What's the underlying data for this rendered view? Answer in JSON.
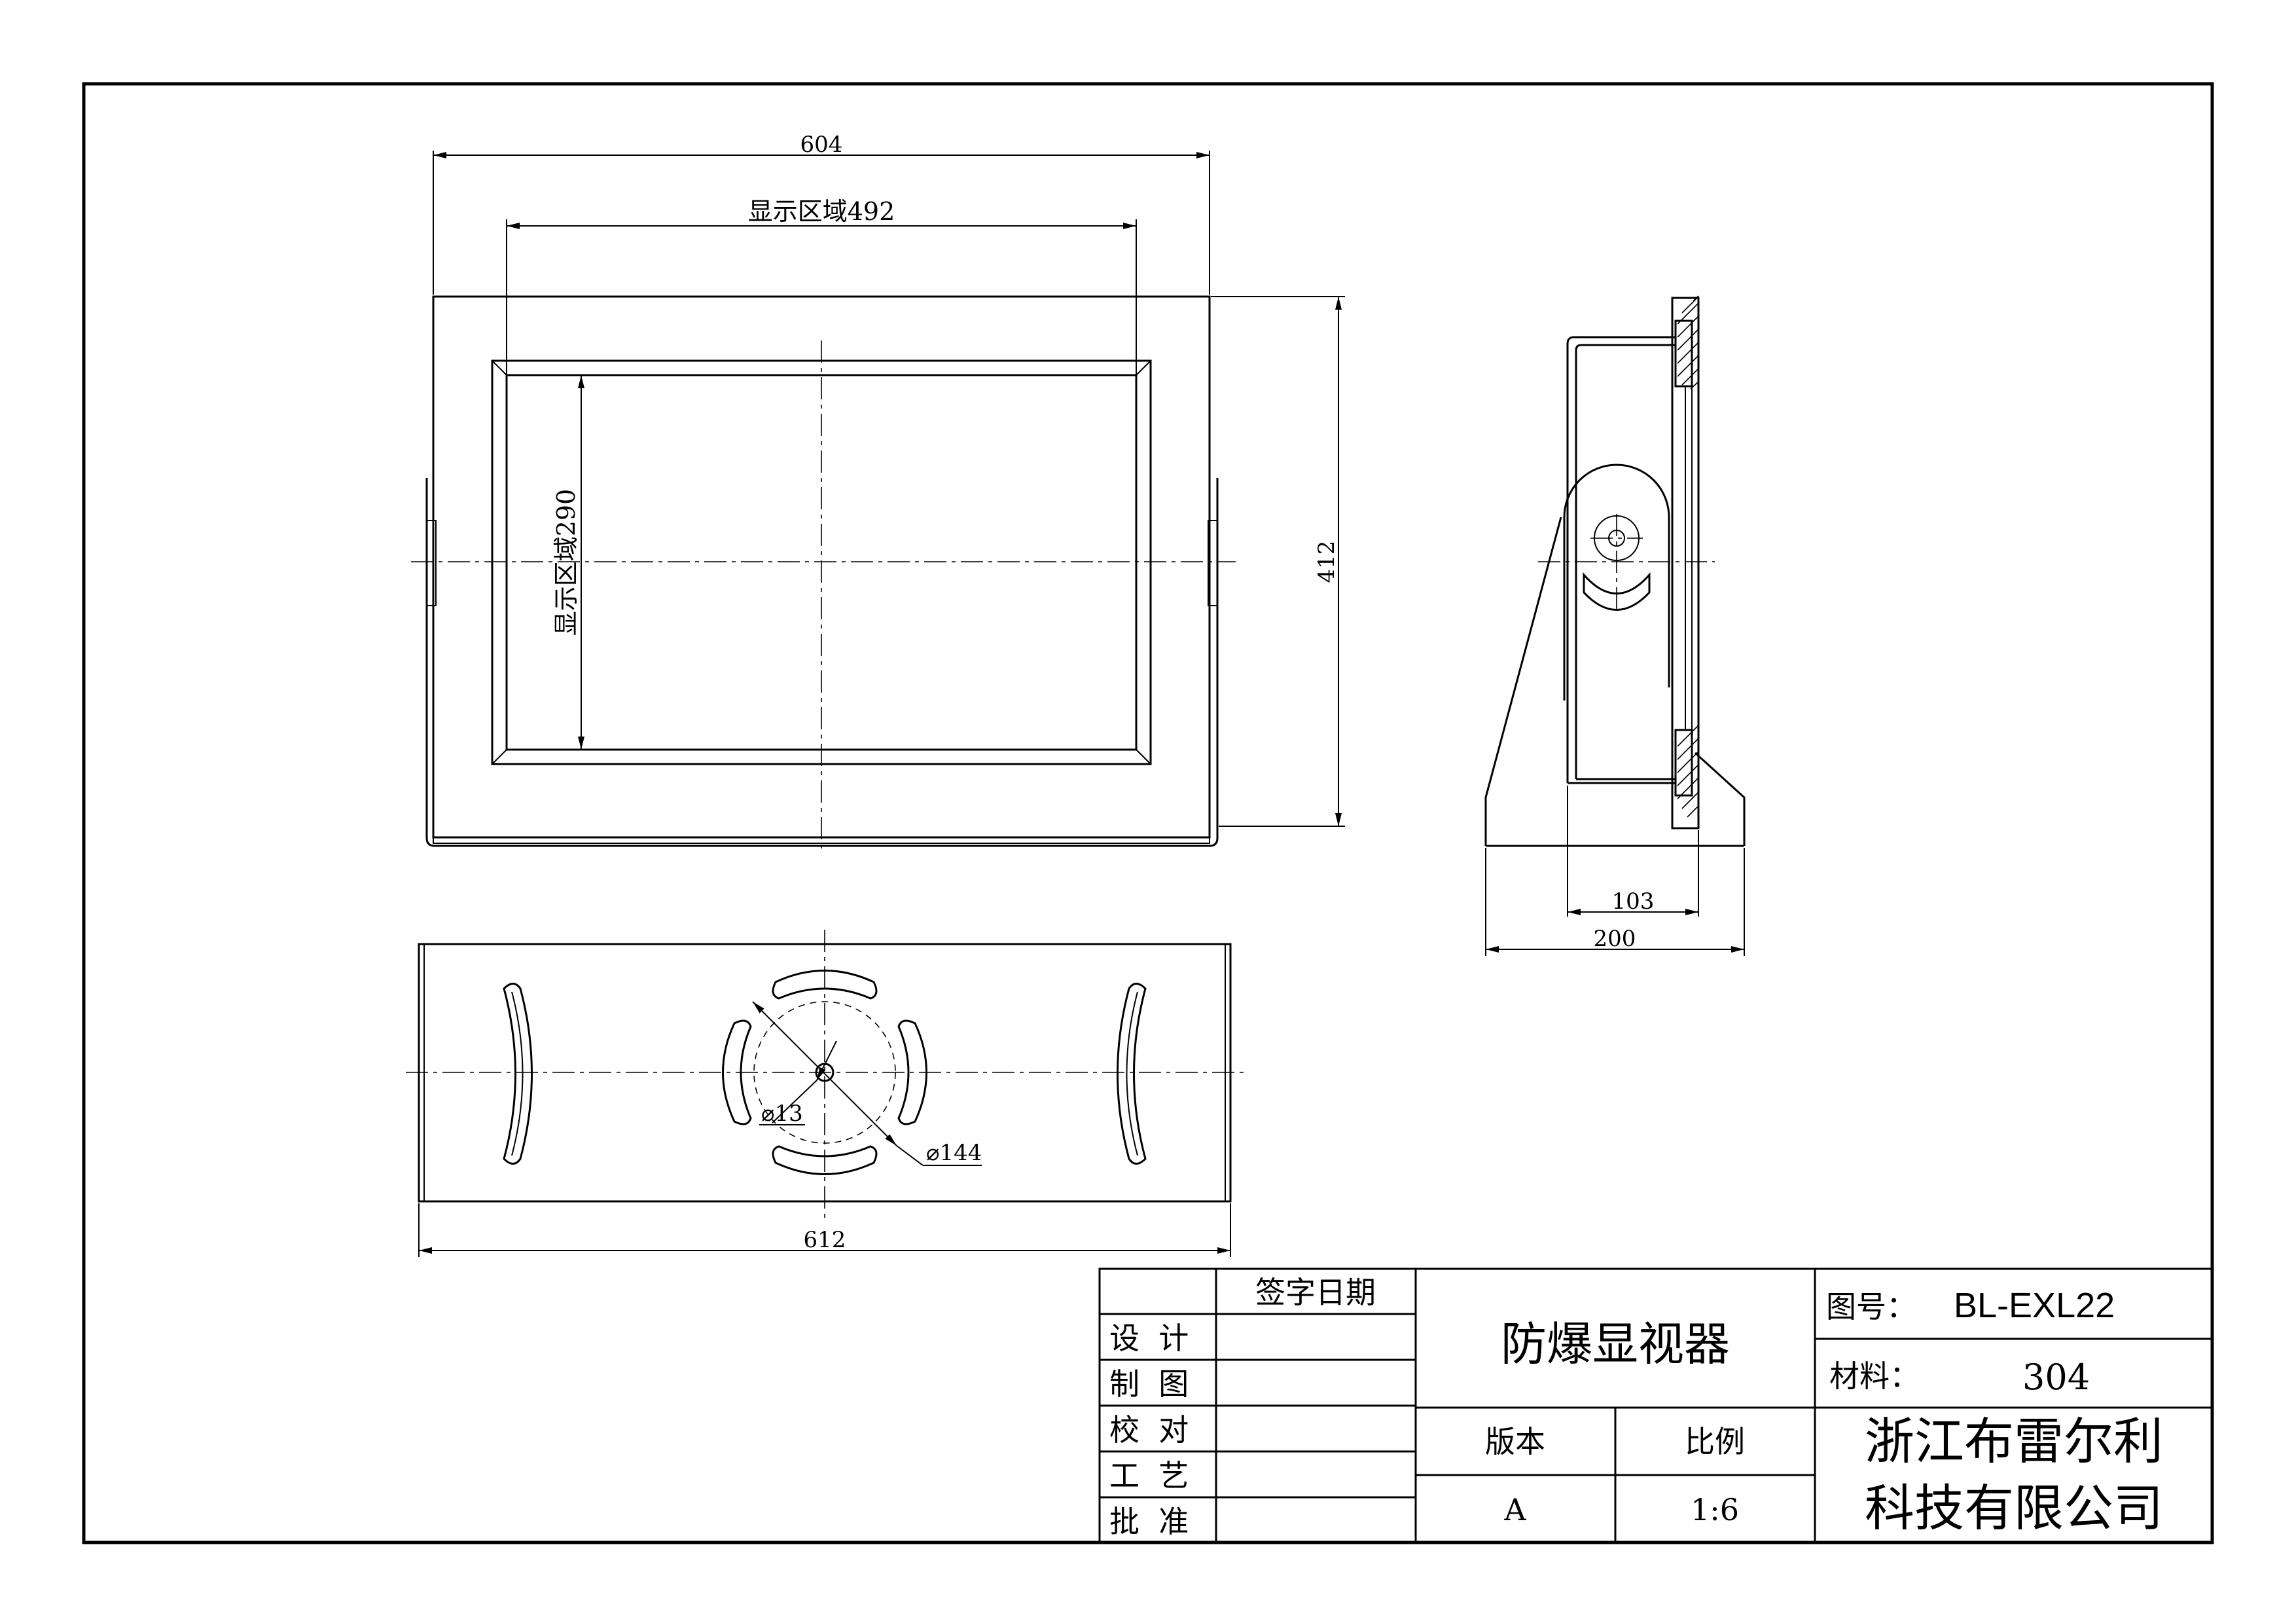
{
  "dimensions": {
    "front_width": "604",
    "display_width": "显示区域492",
    "display_height": "显示区域290",
    "total_height": "412",
    "base_width": "612",
    "hole_dia": "⌀13",
    "pcd_dia": "⌀144",
    "side_depth": "103",
    "side_base": "200"
  },
  "title_block": {
    "sign_date": "签字日期",
    "roles": [
      "设  计",
      "制  图",
      "校  对",
      "工  艺",
      "批  准"
    ],
    "product_name": "防爆显视器",
    "drawing_no_label": "图号：",
    "drawing_no": "BL-EXL22",
    "material_label": "材料：",
    "material": "304",
    "version_label": "版本",
    "version": "A",
    "scale_label": "比例",
    "scale": "1:6",
    "company_line1": "浙江布雷尔利",
    "company_line2": "科技有限公司"
  }
}
